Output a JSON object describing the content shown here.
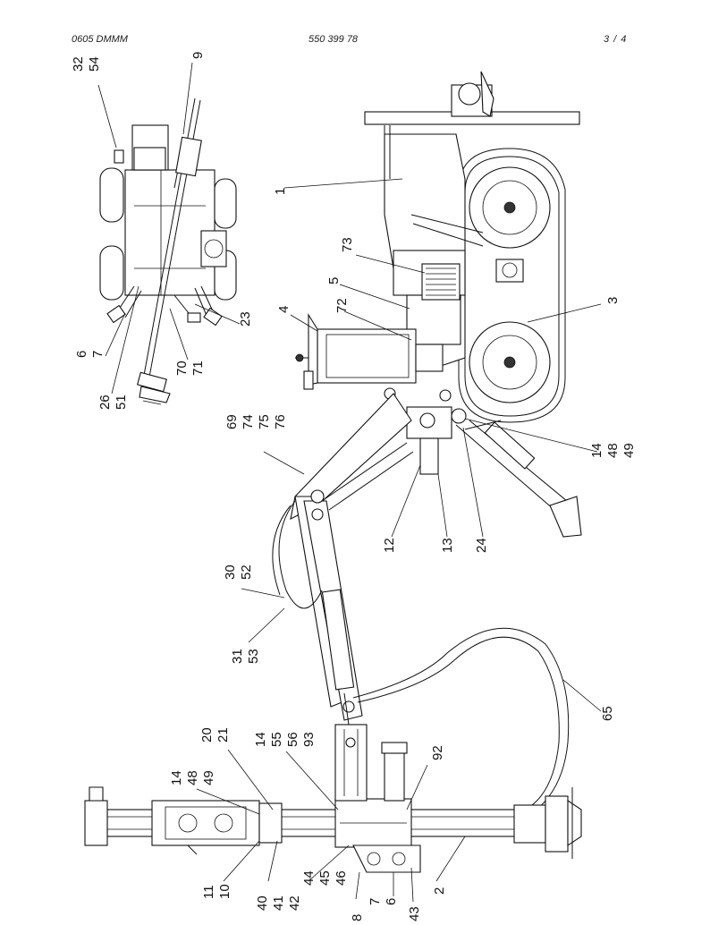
{
  "header": {
    "left": "0605 DMMM",
    "center": "550 399 78",
    "page": "3 /   4"
  },
  "callouts": [
    {
      "id": "c1",
      "lines": [
        "32",
        "54"
      ]
    },
    {
      "id": "c2",
      "lines": [
        "9"
      ]
    },
    {
      "id": "c3",
      "lines": [
        "1"
      ]
    },
    {
      "id": "c4",
      "lines": [
        "73"
      ]
    },
    {
      "id": "c5",
      "lines": [
        "5"
      ]
    },
    {
      "id": "c6",
      "lines": [
        "72"
      ]
    },
    {
      "id": "c7",
      "lines": [
        "4"
      ]
    },
    {
      "id": "c8",
      "lines": [
        "3"
      ]
    },
    {
      "id": "c9",
      "lines": [
        "23"
      ]
    },
    {
      "id": "c10",
      "lines": [
        "6",
        "7"
      ]
    },
    {
      "id": "c11",
      "lines": [
        "70",
        "71"
      ]
    },
    {
      "id": "c12",
      "lines": [
        "26",
        "51"
      ]
    },
    {
      "id": "c13",
      "lines": [
        "69",
        "74",
        "75",
        "76"
      ]
    },
    {
      "id": "c14",
      "lines": [
        "14",
        "48",
        "49"
      ]
    },
    {
      "id": "c15",
      "lines": [
        "12"
      ]
    },
    {
      "id": "c16",
      "lines": [
        "13"
      ]
    },
    {
      "id": "c17",
      "lines": [
        "24"
      ]
    },
    {
      "id": "c18",
      "lines": [
        "30",
        "52"
      ]
    },
    {
      "id": "c19",
      "lines": [
        "31",
        "53"
      ]
    },
    {
      "id": "c20",
      "lines": [
        "65"
      ]
    },
    {
      "id": "c21",
      "lines": [
        "20",
        "21"
      ]
    },
    {
      "id": "c22",
      "lines": [
        "14",
        "55",
        "56",
        "93"
      ]
    },
    {
      "id": "c23",
      "lines": [
        "92"
      ]
    },
    {
      "id": "c24",
      "lines": [
        "14",
        "48",
        "49"
      ]
    },
    {
      "id": "c25",
      "lines": [
        "11",
        "10"
      ]
    },
    {
      "id": "c26",
      "lines": [
        "40",
        "41",
        "42"
      ]
    },
    {
      "id": "c27",
      "lines": [
        "44",
        "45",
        "46"
      ]
    },
    {
      "id": "c28",
      "lines": [
        "8"
      ]
    },
    {
      "id": "c29",
      "lines": [
        "7",
        "6"
      ]
    },
    {
      "id": "c30",
      "lines": [
        "43"
      ]
    },
    {
      "id": "c31",
      "lines": [
        "2"
      ]
    }
  ]
}
